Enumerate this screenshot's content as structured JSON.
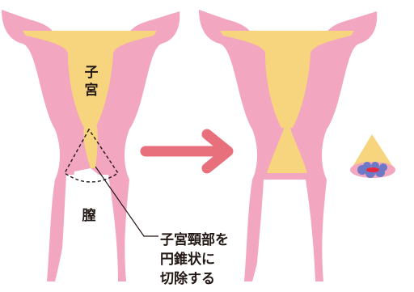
{
  "labels": {
    "uterus_line1": "子",
    "uterus_line2": "宮",
    "vagina": "膣",
    "caption_line1": "子宮頸部を",
    "caption_line2": "円錐状に",
    "caption_line3": "切除する"
  },
  "colors": {
    "tissue_pink": "#F3A6BF",
    "cavity_yellow": "#F6D57E",
    "arrow_pink": "#E8707C",
    "lesion_blue": "#6D79C6",
    "lesion_red": "#E8283C",
    "text": "#231815"
  }
}
